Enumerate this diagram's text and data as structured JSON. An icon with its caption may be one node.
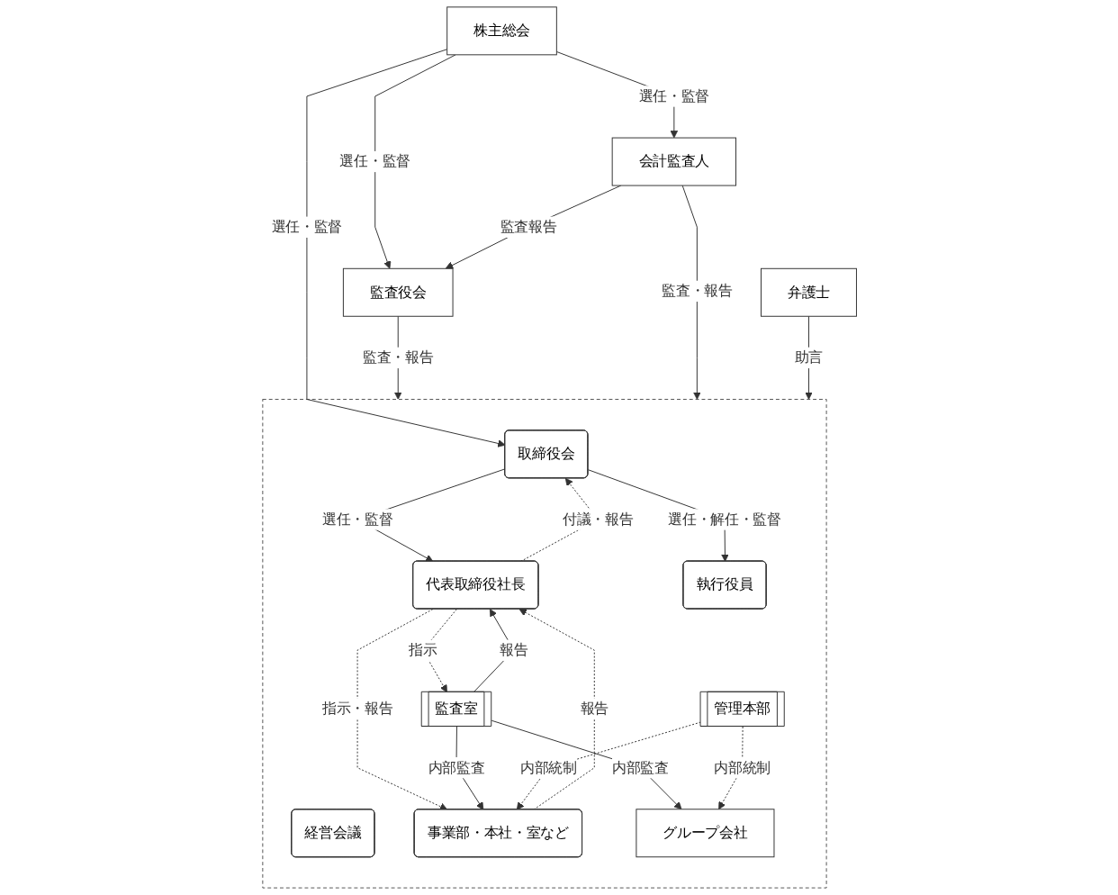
{
  "diagram": {
    "nodes": [
      {
        "text": [
          "株主総会"
        ]
      },
      {
        "text": [],
        "shape": "box"
      },
      {
        "text": [
          "取締役会"
        ],
        "in": 1
      },
      {
        "text": [
          "代表取締役社長"
        ],
        "in": 1
      },
      {
        "text": [
          "経営会議"
        ],
        "in": 1
      },
      {
        "text": [
          "執行役員"
        ],
        "in": 1
      },
      {
        "text": [
          "事業部・本社・室など"
        ],
        "in": 1
      },
      {
        "text": [
          "監査室"
        ],
        "in": 1
      },
      {
        "text": [
          "管理本部"
        ],
        "in": 1
      },
      {
        "text": [
          "グループ会社"
        ],
        "in": 1
      },
      {
        "text": [
          "監査役会"
        ]
      },
      {
        "text": [
          "会計監査人"
        ]
      },
      {
        "text": [
          "弁護士"
        ]
      }
    ],
    "edges": [
      {
        "from": 0,
        "to": 2,
        "arrow": "to",
        "label": "選任・監督"
      },
      {
        "from": 0,
        "to": 10,
        "arrow": "to",
        "label": "選任・監督"
      },
      {
        "from": 0,
        "to": 11,
        "arrow": "to",
        "label": "選任・監督"
      },
      {
        "from": 10,
        "to": 1,
        "arrow": "to",
        "label": "監査・報告"
      },
      {
        "from": 11,
        "to": 10,
        "arrow": "to",
        "label": "監査報告"
      },
      {
        "from": 11,
        "to": 1,
        "arrow": "to",
        "label": "監査・報告"
      },
      {
        "from": 12,
        "to": 1,
        "arrow": "to",
        "label": "助言"
      },
      {
        "from": 2,
        "to": 3,
        "arrow": "to",
        "label": "選任・監督"
      },
      {
        "from": 3,
        "to": 2,
        "arrow": "to",
        "label": "付議・報告",
        "style": "dashed"
      },
      {
        "from": 2,
        "to": 5,
        "arrow": "to",
        "label": "選任・解任・監督"
      },
      {
        "from": 3,
        "to": 6,
        "arrow": "to",
        "label": "指示・報告",
        "style": "dashed"
      },
      {
        "from": 6,
        "to": 3,
        "arrow": "to",
        "label": "報告",
        "style": "dashed"
      },
      {
        "from": 7,
        "to": 3,
        "arrow": "to",
        "label": "報告"
      },
      {
        "from": 3,
        "to": 7,
        "arrow": "to",
        "label": "指示",
        "style": "dashed"
      },
      {
        "from": 7,
        "to": 9,
        "arrow": "to",
        "label": "内部監査"
      },
      {
        "from": 7,
        "to": 6,
        "arrow": "to",
        "label": "内部監査"
      },
      {
        "from": 8,
        "to": 9,
        "arrow": "to",
        "label": "内部統制",
        "style": "dashed"
      },
      {
        "from": 8,
        "to": 6,
        "arrow": "to",
        "label": "内部統制",
        "style": "dashed"
      }
    ]
  }
}
